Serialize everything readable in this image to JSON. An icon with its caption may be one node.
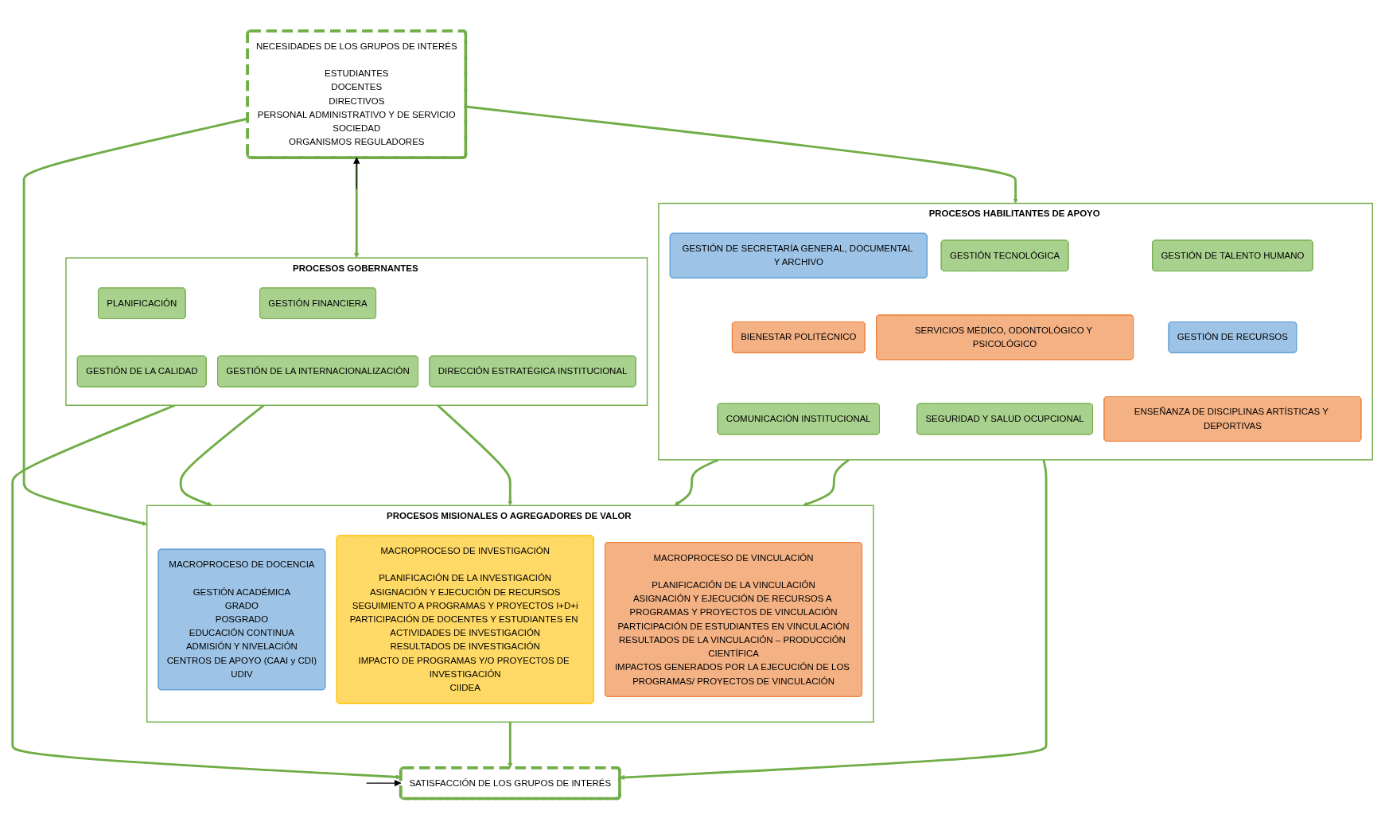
{
  "diagram": {
    "nodes": [
      {
        "text": [
          "NECESIDADES DE LOS GRUPOS DE INTERÉS",
          "ESTUDIANTES",
          "DOCENTES",
          "DIRECTIVOS",
          "PERSONAL ADMINISTRATIVO Y DE SERVICIO",
          "SOCIEDAD",
          "ORGANISMOS REGULADORES"
        ]
      },
      {
        "text": [
          "PROCESOS GOBERNANTES"
        ]
      },
      {
        "text": [
          "PLANIFICACIÓN"
        ],
        "in": 1
      },
      {
        "text": [
          "GESTIÓN DE LA CALIDAD"
        ],
        "in": 1
      },
      {
        "text": [
          "DIRECCIÓN ESTRATÉGICA INSTITUCIONAL"
        ],
        "in": 1
      },
      {
        "text": [
          "GESTIÓN FINANCIERA"
        ],
        "in": 1
      },
      {
        "text": [
          "GESTIÓN DE LA INTERNACIONALIZACIÓN"
        ],
        "in": 1
      },
      {
        "text": [
          "PROCESOS MISIONALES O AGREGADORES DE VALOR"
        ]
      },
      {
        "text": [
          "MACROPROCESO DE DOCENCIA",
          "GESTIÓN ACADÉMICA",
          "GRADO",
          "POSGRADO",
          "EDUCACIÓN CONTINUA",
          "ADMISIÓN Y NIVELACIÓN",
          "CENTROS DE APOYO (CAAI y CDI)",
          "UDIV"
        ],
        "in": 7
      },
      {
        "text": [
          "MACROPROCESO DE INVESTIGACIÓN",
          "PLANIFICACIÓN DE LA INVESTIGACIÓN",
          "ASIGNACIÓN Y EJECUCIÓN DE RECURSOS",
          "SEGUIMIENTO A PROGRAMAS Y PROYECTOS I+D+i",
          "PARTICIPACIÓN DE DOCENTES Y ESTUDIANTES EN ACTIVIDADES DE INVESTIGACIÓN",
          "RESULTADOS DE INVESTIGACIÓN",
          "IMPACTO DE PROGRAMAS Y/O PROYECTOS DE INVESTIGACIÓN",
          "CIIDEA"
        ],
        "in": 7
      },
      {
        "text": [
          "MACROPROCESO DE VINCULACIÓN",
          "PLANIFICACIÓN DE LA VINCULACIÓN",
          "ASIGNACIÓN Y EJECUCIÓN DE RECURSOS A PROGRAMAS Y PROYECTOS DE VINCULACIÓN",
          "PARTICIPACIÓN DE ESTUDIANTES EN VINCULACIÓN",
          "RESULTADOS DE LA VINCULACIÓN – PRODUCCIÓN CIENTÍFICA",
          "IMPACTOS GENERADOS POR LA EJECUCIÓN DE LOS PROGRAMAS/ PROYECTOS DE VINCULACIÓN"
        ],
        "in": 7
      },
      {
        "text": [
          "PROCESOS HABILITANTES DE APOYO"
        ]
      },
      {
        "text": [
          "GESTIÓN DE SECRETARÍA GENERAL, DOCUMENTAL Y ARCHIVO"
        ],
        "in": 11
      },
      {
        "text": [
          "GESTIÓN TECNOLÓGICA"
        ],
        "in": 11
      },
      {
        "text": [
          "GESTIÓN DE TALENTO HUMANO"
        ],
        "in": 11
      },
      {
        "text": [
          "BIENESTAR POLITÉCNICO"
        ],
        "in": 11
      },
      {
        "text": [
          "SERVICIOS MÉDICO, ODONTOLÓGICO Y PSICOLÓGICO"
        ],
        "in": 11
      },
      {
        "text": [
          "GESTIÓN DE RECURSOS"
        ],
        "in": 11
      },
      {
        "text": [
          "COMUNICACIÓN INSTITUCIONAL"
        ],
        "in": 11
      },
      {
        "text": [
          "SEGURIDAD Y SALUD OCUPCIONAL"
        ],
        "in": 11
      },
      {
        "text": [
          "ENSEÑANZA DE DISCIPLINAS ARTÍSTICAS Y DEPORTIVAS"
        ],
        "in": 11
      },
      {
        "text": [
          "SATISFACCIÓN DE LOS GRUPOS DE INTERÉS"
        ]
      }
    ],
    "edges": [
      {
        "from": 0,
        "to": 1,
        "arrow": "to"
      },
      {
        "from": 0,
        "to": 7,
        "arrow": "to"
      },
      {
        "from": 0,
        "to": 11,
        "arrow": "to"
      },
      {
        "from": 1,
        "to": 7,
        "arrow": "to"
      },
      {
        "from": 1,
        "to": 7,
        "arrow": "to"
      },
      {
        "from": 11,
        "to": 7,
        "arrow": "to"
      },
      {
        "from": 11,
        "to": 7,
        "arrow": "to"
      },
      {
        "from": 1,
        "to": 21,
        "arrow": "to"
      },
      {
        "from": 7,
        "to": 21,
        "arrow": "to"
      },
      {
        "from": 11,
        "to": 21,
        "arrow": "to"
      },
      {
        "from": null,
        "to": 0,
        "arrow": "to",
        "color": "#000000"
      },
      {
        "from": null,
        "to": 21,
        "arrow": "to",
        "color": "#000000"
      }
    ]
  }
}
